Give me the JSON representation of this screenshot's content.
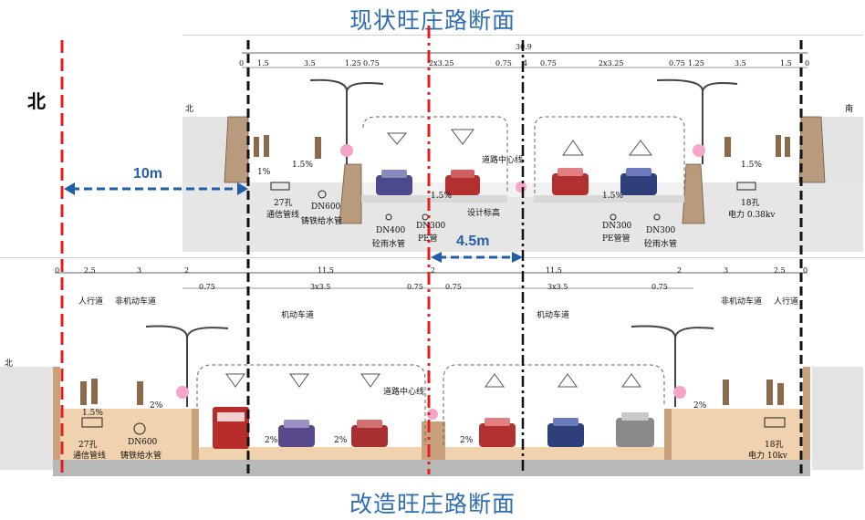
{
  "titles": {
    "top": "现状旺庄路断面",
    "bottom": "改造旺庄路断面"
  },
  "directions": {
    "north": "北",
    "south": "南"
  },
  "measurements": {
    "offset_north": "10m",
    "offset_center": "4.5m"
  },
  "top_section": {
    "total_width": "30.9",
    "dims": [
      "0",
      "1.5",
      "3.5",
      "1.25",
      "0.75",
      "2x3.25",
      "0.75",
      "4",
      "0.75",
      "2x3.25",
      "0.75",
      "1.25",
      "3.5",
      "1.5",
      "0"
    ],
    "labels": {
      "north_mark": "北",
      "south_mark": "南",
      "cable_27": "27孔",
      "cable_27_sub": "通信管线",
      "water_dn600": "DN600",
      "water_dn600_sub": "铸铁给水管",
      "rain_dn400": "DN400",
      "rain_dn400_sub": "砼雨水管",
      "pe_dn300_left": "DN300",
      "pe_dn300_left_sub": "PE管",
      "pe_dn300_right": "DN300",
      "pe_dn300_right_sub": "PE管管",
      "rain_dn300": "DN300",
      "rain_dn300_sub": "砼雨水管",
      "power_18": "18孔",
      "power_18_sub": "电力 0.38kv",
      "center_line": "道路中心线",
      "design_elev": "设计标高",
      "slope_15_left": "1.5%",
      "slope_15_right": "1.5%",
      "slope_1_left": "1%",
      "slope_lane_left": "1.5%",
      "slope_lane_right": "1.5%"
    }
  },
  "bottom_section": {
    "dims_top": [
      "0",
      "2.5",
      "3",
      "2",
      "11.5",
      "2",
      "11.5",
      "2",
      "3",
      "2.5",
      "0"
    ],
    "dims_sub": [
      "0.75",
      "3x3.5",
      "0.75",
      "0.75",
      "3x3.5",
      "0.75"
    ],
    "labels": {
      "sidewalk_left": "人行道",
      "bike_left": "非机动车道",
      "motor_left": "机动车道",
      "motor_right": "机动车道",
      "bike_right": "非机动车道",
      "sidewalk_right": "人行道",
      "north_mark": "北",
      "center_line": "道路中心线",
      "cable_27": "27孔",
      "cable_27_sub": "通信管线",
      "water_dn600": "DN600",
      "water_dn600_sub": "铸铁给水管",
      "power_18": "18孔",
      "power_18_sub": "电力 10kv",
      "slope_15": "1.5%",
      "slope_2a": "2%",
      "slope_2b": "2%",
      "slope_2c": "2%",
      "slope_2d": "2%",
      "slope_2e": "2%"
    }
  },
  "colors": {
    "title": "#2f6eb5",
    "red_line": "#e02020",
    "black_line": "#111111",
    "blue_arrow": "#1f5fa8",
    "soil": "#f0d3ae",
    "wall": "#c9a27c"
  }
}
